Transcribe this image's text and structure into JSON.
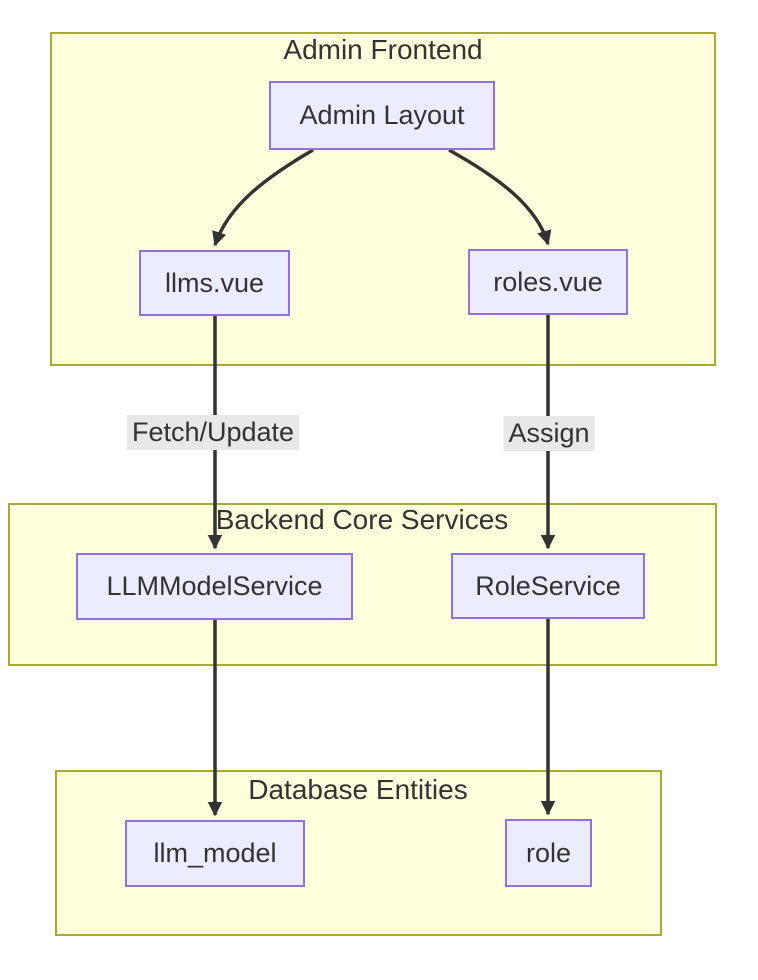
{
  "diagram": {
    "type": "flowchart",
    "direction": "top-to-bottom",
    "subgraphs": [
      {
        "id": "admin-frontend",
        "title": "Admin Frontend"
      },
      {
        "id": "backend-core-services",
        "title": "Backend Core Services"
      },
      {
        "id": "database-entities",
        "title": "Database Entities"
      }
    ],
    "nodes": [
      {
        "id": "admin-layout",
        "label": "Admin Layout",
        "subgraph": "admin-frontend"
      },
      {
        "id": "llms-vue",
        "label": "llms.vue",
        "subgraph": "admin-frontend"
      },
      {
        "id": "roles-vue",
        "label": "roles.vue",
        "subgraph": "admin-frontend"
      },
      {
        "id": "llm-model-service",
        "label": "LLMModelService",
        "subgraph": "backend-core-services"
      },
      {
        "id": "role-service",
        "label": "RoleService",
        "subgraph": "backend-core-services"
      },
      {
        "id": "llm-model",
        "label": "llm_model",
        "subgraph": "database-entities"
      },
      {
        "id": "role",
        "label": "role",
        "subgraph": "database-entities"
      }
    ],
    "edges": [
      {
        "from": "admin-layout",
        "to": "llms-vue",
        "label": ""
      },
      {
        "from": "admin-layout",
        "to": "roles-vue",
        "label": ""
      },
      {
        "from": "llms-vue",
        "to": "llm-model-service",
        "label": "Fetch/Update"
      },
      {
        "from": "roles-vue",
        "to": "role-service",
        "label": "Assign"
      },
      {
        "from": "llm-model-service",
        "to": "llm-model",
        "label": ""
      },
      {
        "from": "role-service",
        "to": "role",
        "label": ""
      }
    ],
    "colors": {
      "cluster_fill": "#ffffde",
      "cluster_border": "#aaaa33",
      "node_fill": "#ececff",
      "node_border": "#9370db",
      "edge_stroke": "#333333",
      "edge_label_bg": "#e8e8e8",
      "text": "#333333",
      "background": "#ffffff"
    }
  }
}
